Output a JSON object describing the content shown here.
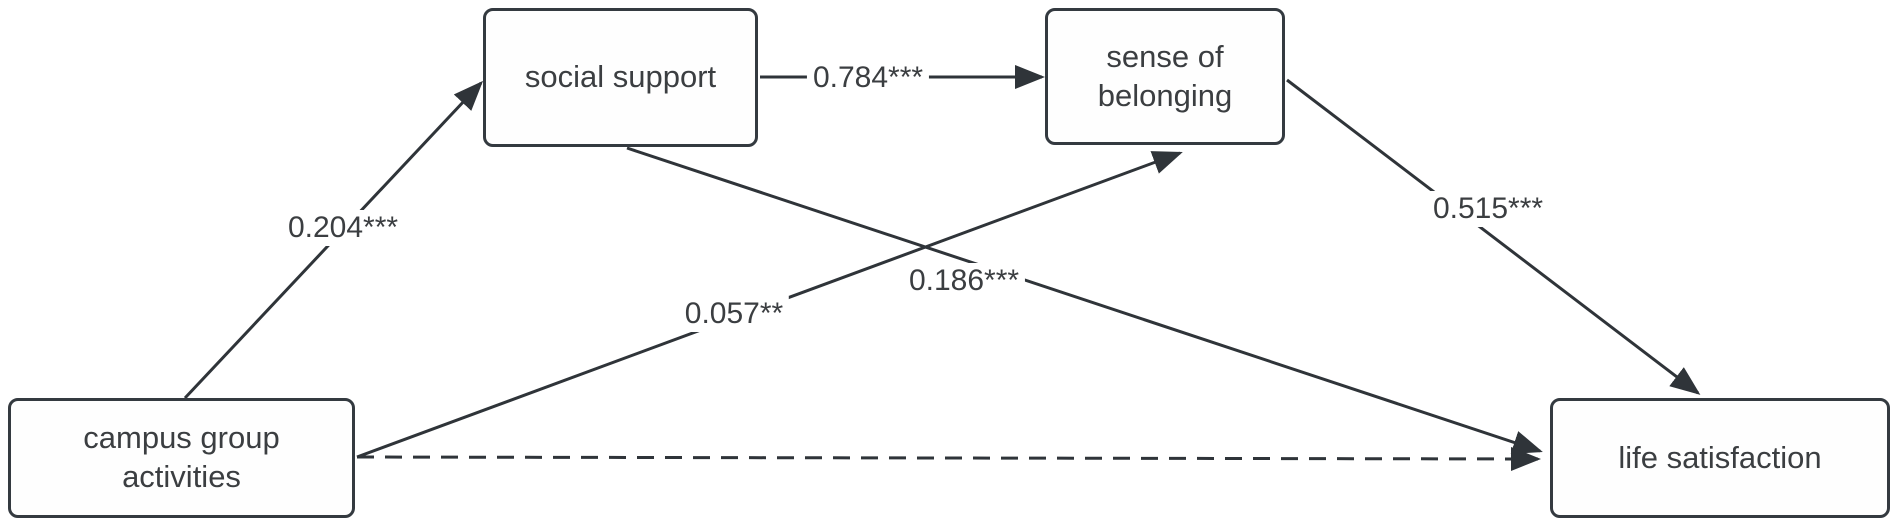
{
  "diagram": {
    "type": "mediation-path-model",
    "colors": {
      "line": "#2f3439",
      "node_border": "#343a40",
      "text": "#3b3e41",
      "background": "#ffffff"
    },
    "nodes": {
      "campus": {
        "label": "campus group activities"
      },
      "social": {
        "label": "social support"
      },
      "belonging": {
        "label": "sense of belonging"
      },
      "life": {
        "label": "life satisfaction"
      }
    },
    "paths": [
      {
        "from": "campus group activities",
        "to": "social support",
        "coefficient": "0.204***",
        "style": "solid"
      },
      {
        "from": "social support",
        "to": "sense of belonging",
        "coefficient": "0.784***",
        "style": "solid"
      },
      {
        "from": "sense of belonging",
        "to": "life satisfaction",
        "coefficient": "0.515***",
        "style": "solid"
      },
      {
        "from": "campus group activities",
        "to": "sense of belonging",
        "coefficient": "0.057**",
        "style": "solid"
      },
      {
        "from": "social support",
        "to": "life satisfaction",
        "coefficient": "0.186***",
        "style": "solid"
      },
      {
        "from": "campus group activities",
        "to": "life satisfaction",
        "coefficient": "",
        "style": "dashed"
      }
    ]
  }
}
